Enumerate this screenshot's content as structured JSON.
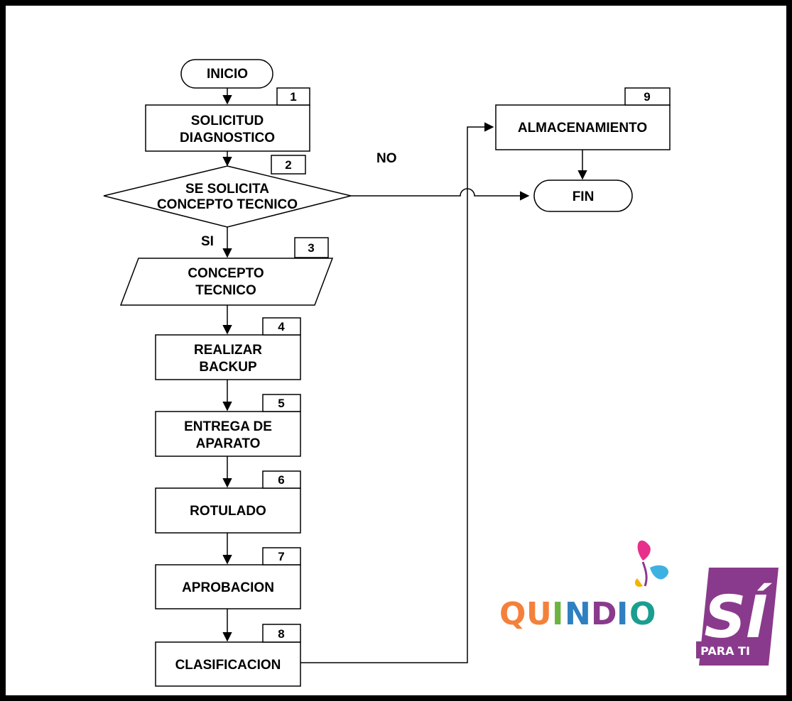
{
  "flowchart": {
    "start": "INICIO",
    "end": "FIN",
    "steps": [
      {
        "number": "1",
        "line1": "SOLICITUD",
        "line2": "DIAGNOSTICO"
      },
      {
        "number": "2",
        "line1": "SE SOLICITA",
        "line2": "CONCEPTO TECNICO"
      },
      {
        "number": "3",
        "line1": "CONCEPTO",
        "line2": "TECNICO"
      },
      {
        "number": "4",
        "line1": "REALIZAR",
        "line2": "BACKUP"
      },
      {
        "number": "5",
        "line1": "ENTREGA DE",
        "line2": "APARATO"
      },
      {
        "number": "6",
        "line1": "ROTULADO"
      },
      {
        "number": "7",
        "line1": "APROBACION"
      },
      {
        "number": "8",
        "line1": "CLASIFICACION"
      },
      {
        "number": "9",
        "line1": "ALMACENAMIENTO"
      }
    ],
    "yes_label": "SI",
    "no_label": "NO"
  },
  "logo": {
    "word": "QUINDIO",
    "letters": [
      "Q",
      "U",
      "I",
      "N",
      "D",
      "I",
      "O"
    ],
    "si": "SÍ",
    "tagline": "PARA TI",
    "colors": {
      "Q": "#f4813b",
      "U": "#f4813b",
      "I1": "#6cb33f",
      "N": "#2f7fc1",
      "D": "#8a3a8c",
      "I2": "#2f7fc1",
      "O": "#1a9e8f",
      "badge": "#8a3a8c",
      "butterfly1": "#e6187e",
      "butterfly2": "#29a9e0"
    }
  }
}
